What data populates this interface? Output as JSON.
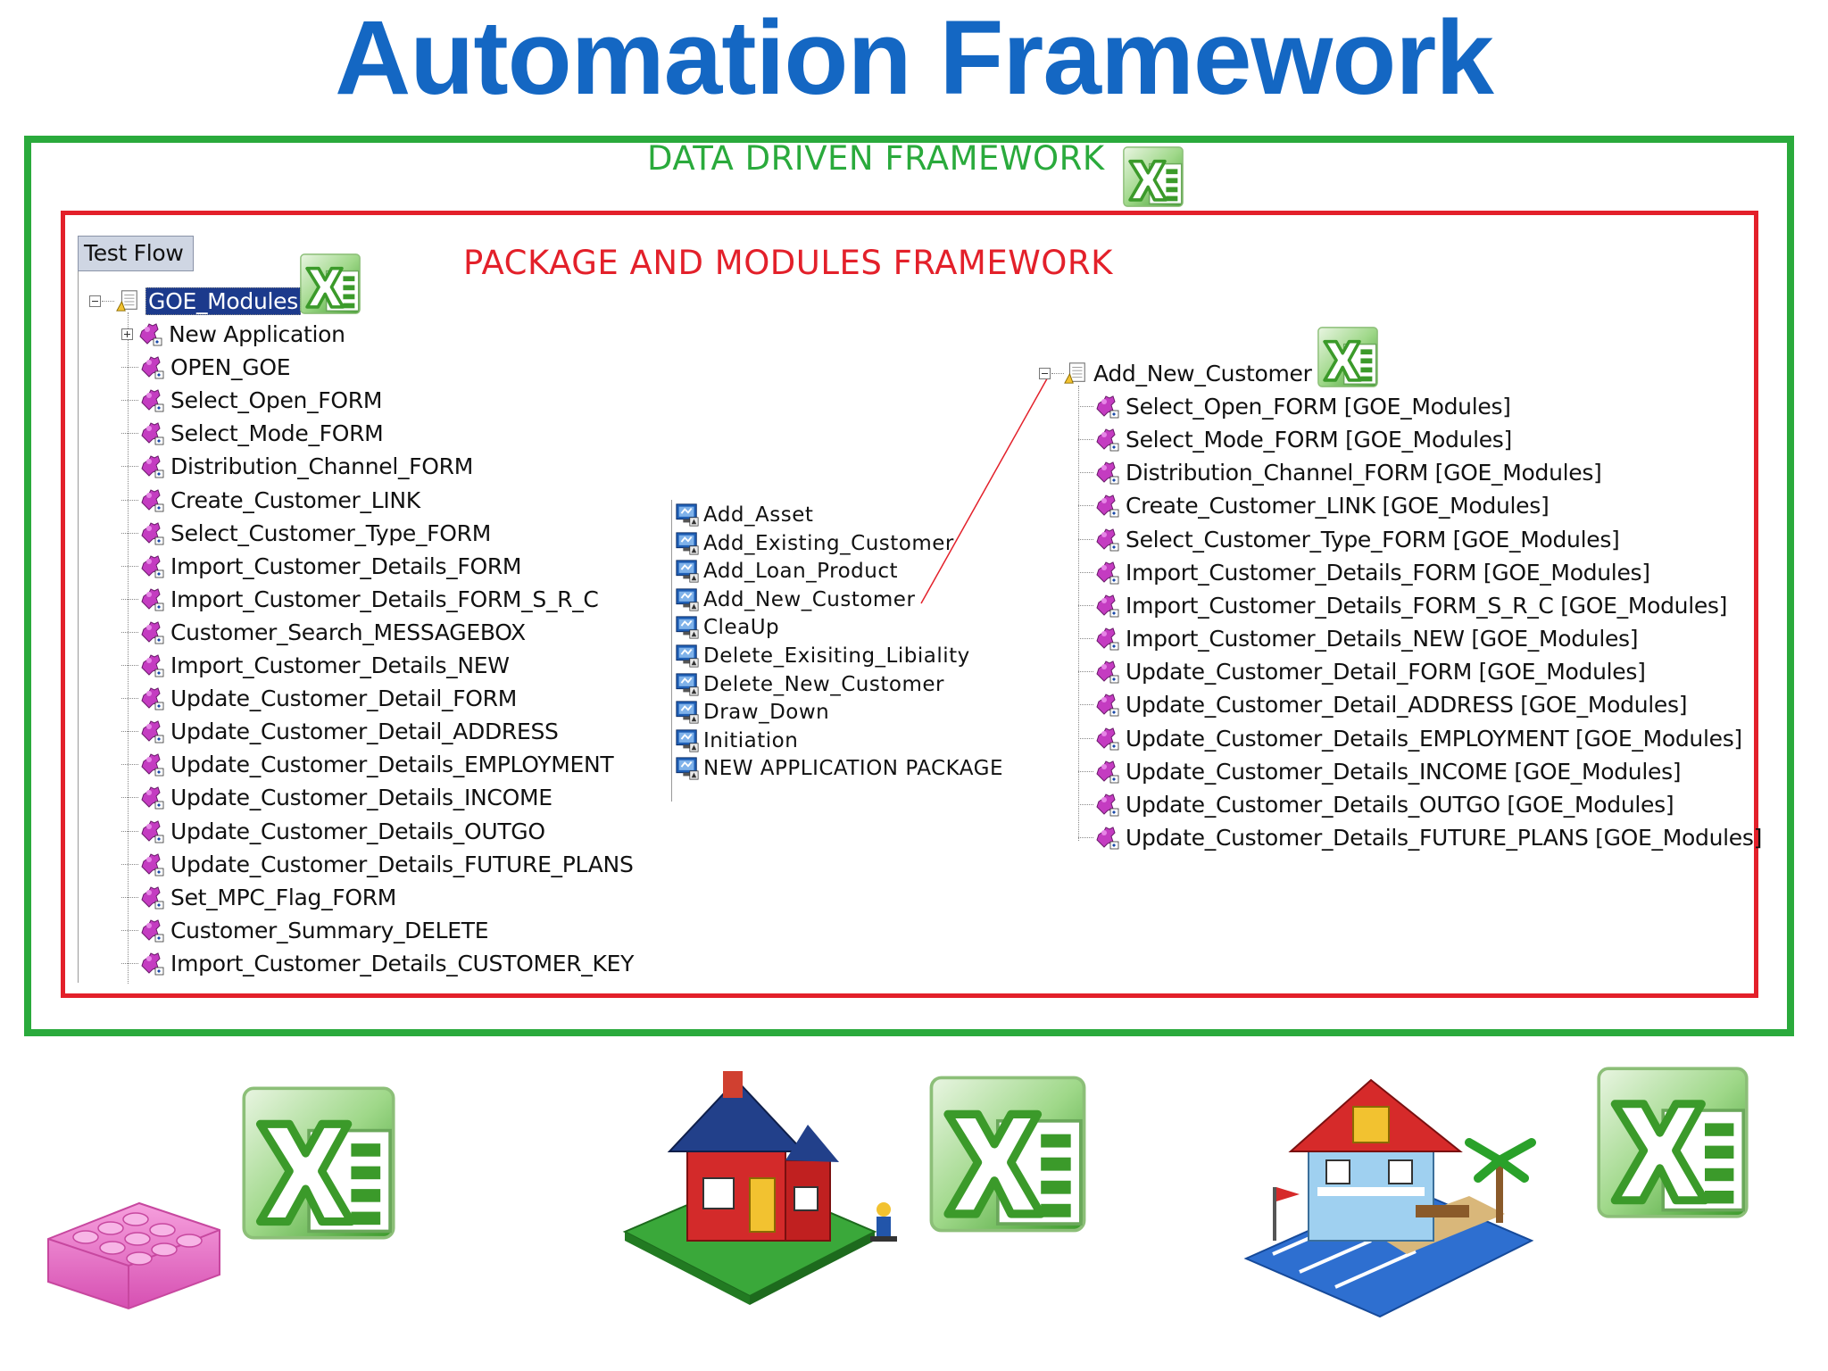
{
  "title": "Automation Framework",
  "data_driven_label": "DATA DRIVEN FRAMEWORK",
  "package_label": "PACKAGE AND MODULES FRAMEWORK",
  "test_flow_tab": "Test Flow",
  "left_tree": {
    "root": "GOE_Modules",
    "items": [
      "New Application",
      "OPEN_GOE",
      "Select_Open_FORM",
      "Select_Mode_FORM",
      "Distribution_Channel_FORM",
      "Create_Customer_LINK",
      "Select_Customer_Type_FORM",
      "Import_Customer_Details_FORM",
      "Import_Customer_Details_FORM_S_R_C",
      "Customer_Search_MESSAGEBOX",
      "Import_Customer_Details_NEW",
      "Update_Customer_Detail_FORM",
      "Update_Customer_Detail_ADDRESS",
      "Update_Customer_Details_EMPLOYMENT",
      "Update_Customer_Details_INCOME",
      "Update_Customer_Details_OUTGO",
      "Update_Customer_Details_FUTURE_PLANS",
      "Set_MPC_Flag_FORM",
      "Customer_Summary_DELETE",
      "Import_Customer_Details_CUSTOMER_KEY"
    ]
  },
  "packages": [
    "Add_Asset",
    "Add_Existing_Customer",
    "Add_Loan_Product",
    "Add_New_Customer",
    "CleaUp",
    "Delete_Exisiting_Libiality",
    "Delete_New_Customer",
    "Draw_Down",
    "Initiation",
    "NEW APPLICATION PACKAGE"
  ],
  "right_tree": {
    "root": "Add_New_Customer",
    "items": [
      "Select_Open_FORM [GOE_Modules]",
      "Select_Mode_FORM [GOE_Modules]",
      "Distribution_Channel_FORM [GOE_Modules]",
      "Create_Customer_LINK [GOE_Modules]",
      "Select_Customer_Type_FORM [GOE_Modules]",
      "Import_Customer_Details_FORM [GOE_Modules]",
      "Import_Customer_Details_FORM_S_R_C [GOE_Modules]",
      "Import_Customer_Details_NEW [GOE_Modules]",
      "Update_Customer_Detail_FORM [GOE_Modules]",
      "Update_Customer_Detail_ADDRESS [GOE_Modules]",
      "Update_Customer_Details_EMPLOYMENT [GOE_Modules]",
      "Update_Customer_Details_INCOME [GOE_Modules]",
      "Update_Customer_Details_OUTGO [GOE_Modules]",
      "Update_Customer_Details_FUTURE_PLANS [GOE_Modules]"
    ]
  },
  "colors": {
    "title": "#1467c3",
    "green_frame": "#2aaa3c",
    "red_frame": "#e3202a",
    "excel_green": "#3a9a2a",
    "lego_pink": "#e86ac8"
  },
  "icons": {
    "module": "puzzle-module-icon",
    "package": "package-monitor-icon",
    "excel": "excel-icon",
    "lego_brick": "lego-brick-icon",
    "lego_house": "lego-house-icon",
    "lego_beach_house": "lego-beach-house-icon"
  }
}
